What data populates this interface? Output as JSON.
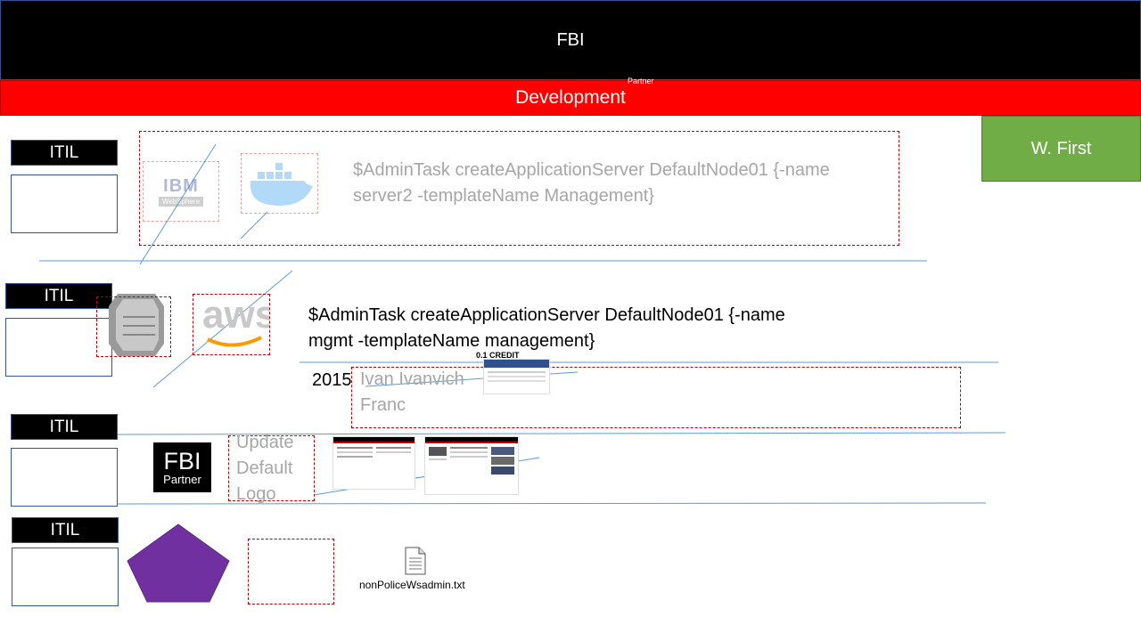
{
  "header": {
    "title": "FBI"
  },
  "subheader": {
    "title": "Development",
    "tag": "Partner"
  },
  "corner_box": {
    "label": "W. First"
  },
  "itil_rows": [
    {
      "label": "ITIL"
    },
    {
      "label": "ITIL"
    },
    {
      "label": "ITIL"
    },
    {
      "label": "ITIL"
    }
  ],
  "row1": {
    "command_line1": "$AdminTask createApplicationServer DefaultNode01  {-name",
    "command_line2": "server2 -templateName Management}",
    "logo1_text": "IBM",
    "logo1_sub": "WebSphere"
  },
  "row2": {
    "command_line1": "$AdminTask createApplicationServer DefaultNode01  {-name",
    "command_line2": "mgmt -templateName management}",
    "aws_text": "aws",
    "year": "2015",
    "name_line1": "Ivan Ivanvich",
    "name_line2": "Franc",
    "credit": "0.1 CREDIT"
  },
  "row3": {
    "logo_big": "FBI",
    "logo_small": "Partner",
    "update_line1": "Update",
    "update_line2": "Default",
    "update_line3": "Logo"
  },
  "row4": {
    "file_name": "nonPoliceWsadmin.txt"
  },
  "colors": {
    "black": "#000000",
    "red": "#ff0000",
    "green": "#70ad47",
    "purple": "#7030a0",
    "line_blue": "#5b9bd5",
    "dashed_red": "#c00000"
  }
}
